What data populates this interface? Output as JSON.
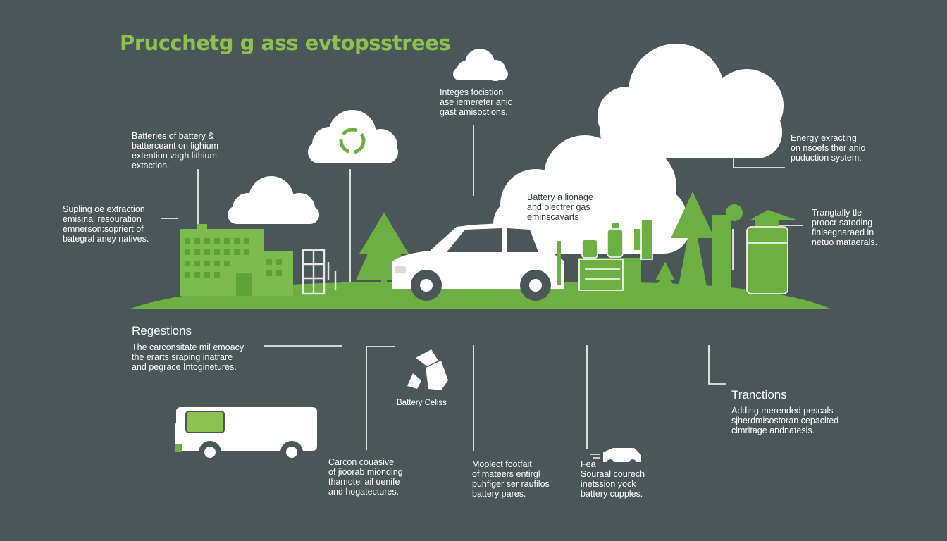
{
  "title": "Prucchetg g ass evtopsstrees",
  "colors": {
    "background": "#4b5659",
    "accent": "#8cc152",
    "ground": "#6cb043",
    "building": "#7dbb4f",
    "cloud": "#ffffff"
  },
  "icons": [
    "recycle-icon",
    "cloud-icon",
    "tree-icon",
    "car-icon",
    "van-icon",
    "truck-icon",
    "factory-icon",
    "battery-icon"
  ],
  "callouts": {
    "batteries": [
      "Batteries of battery &",
      "batterceant on lighium",
      "extention vagh lithium",
      "extaction."
    ],
    "supling": [
      "Supling oe extraction",
      "emisinal resouration",
      "emnerson:sopriert of",
      "bategral aney natives."
    ],
    "integes": [
      "Integes focistion",
      "ase iemerefer anic",
      "gast amisoctions."
    ],
    "battery_linage": [
      "Battery a lionage",
      "and olectrer gas",
      "eminscavarts"
    ],
    "energy": [
      "Energy exracting",
      "on nsoefs ther anio",
      "puduction system."
    ],
    "trangtally": [
      "Trangtally tle",
      "proocr satoding",
      "finisegnaraed in",
      "netuo mataerals."
    ]
  },
  "regestions": {
    "heading": "Regestions",
    "lines": [
      "The carconsitate mil emoacy",
      "the erarts sraping inatrare",
      "and pegrace Intoginetures."
    ]
  },
  "battery_cells": "Battery Celiss",
  "carcon": [
    "Carcon couasive",
    "of jioorab mionding",
    "thamotel ail uenife",
    "and hogatectures."
  ],
  "moplect": [
    "Moplect footfait",
    "of mateers entirgl",
    "puhfiger ser raufilos",
    "battery pares."
  ],
  "fea": [
    "Fea",
    "Souraal courech",
    "inetssion yock",
    "battery cupples."
  ],
  "tranctions": {
    "heading": "Tranctions",
    "lines": [
      "Adding merended pescals",
      "sjherdmisostoran cepacited",
      "clmritage andnatesis."
    ]
  }
}
